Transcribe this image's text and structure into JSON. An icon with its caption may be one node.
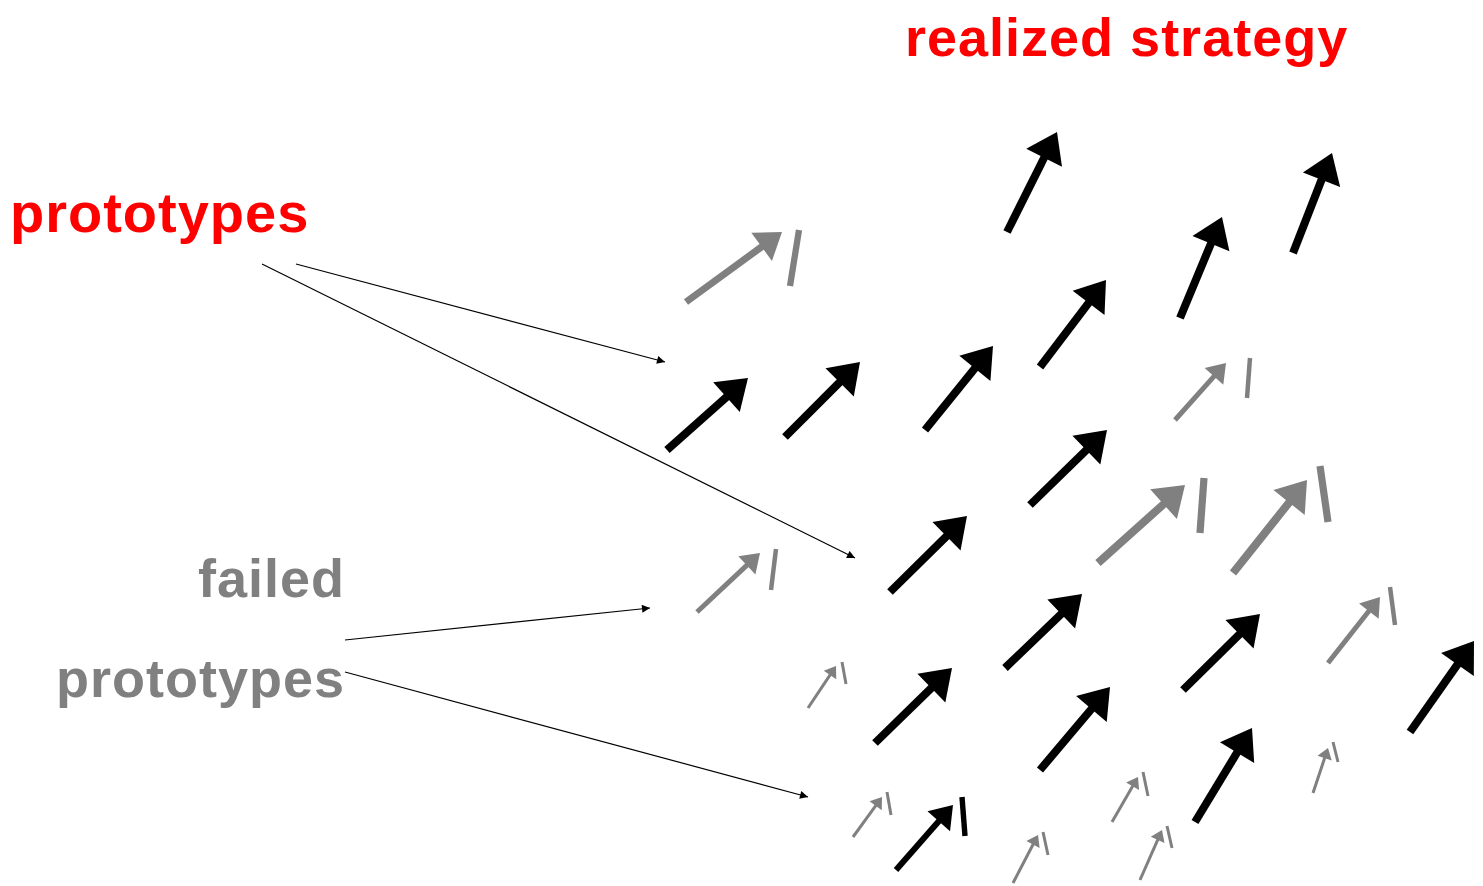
{
  "diagram": {
    "nodes": [
      {
        "text": [
          "prototypes"
        ]
      },
      {
        "text": [
          "failed prototypes"
        ]
      }
    ],
    "edges": [
      {
        "from": 0,
        "to": null,
        "arrow": "to"
      },
      {
        "from": 0,
        "to": null,
        "arrow": "to"
      },
      {
        "from": 1,
        "to": null,
        "arrow": "to"
      },
      {
        "from": 1,
        "to": null,
        "arrow": "to"
      }
    ],
    "labels": [
      "realized strategy"
    ]
  }
}
